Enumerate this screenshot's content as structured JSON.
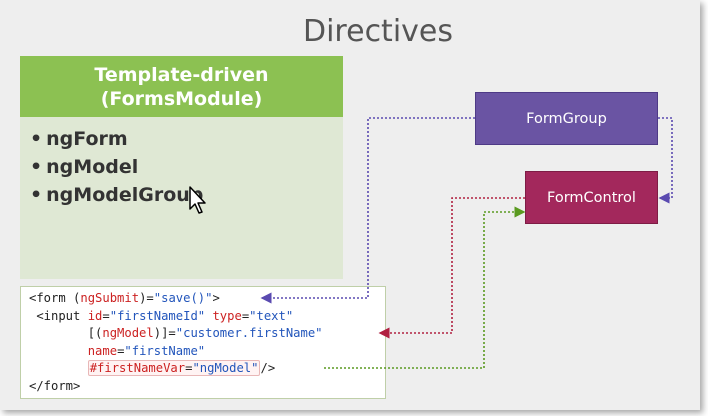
{
  "slide": {
    "title": "Directives"
  },
  "template_panel": {
    "header_line1": "Template-driven",
    "header_line2": "(FormsModule)",
    "bullet_glyph": "•",
    "items": [
      {
        "label": "ngForm"
      },
      {
        "label": "ngModel"
      },
      {
        "label": "ngModelGroup"
      }
    ]
  },
  "reactive_boxes": {
    "formgroup_label": "FormGroup",
    "formcontrol_label": "FormControl"
  },
  "code": {
    "line1": {
      "a": "<form (",
      "b": "ngSubmit",
      "c": ")=",
      "d": "\"save()\"",
      "e": ">"
    },
    "line2": {
      "a": " <input ",
      "b": "id",
      "c": "=",
      "d": "\"firstNameId\"",
      "e": " ",
      "f": "type",
      "g": "=",
      "h": "\"text\""
    },
    "line3": {
      "a": "        [(",
      "b": "ngModel",
      "c": ")]=",
      "d": "\"customer.firstName\""
    },
    "line4": {
      "a": "        ",
      "b": "name",
      "c": "=",
      "d": "\"firstName\""
    },
    "line5": {
      "a": "        ",
      "b": "#firstNameVar",
      "c": "=",
      "d": "\"ngModel\"",
      "e": "/>"
    },
    "line6": {
      "a": "</form>"
    }
  },
  "colors": {
    "panel_header": "#8cc152",
    "panel_body": "#dfe8d4",
    "formgroup": "#6a54a3",
    "formcontrol": "#a3285c",
    "connector_formgroup": "#5a4ab0",
    "connector_formcontrol": "#b02040",
    "connector_ngmodel": "#5a9a20"
  },
  "icons": {
    "cursor": "mouse-pointer-icon"
  }
}
